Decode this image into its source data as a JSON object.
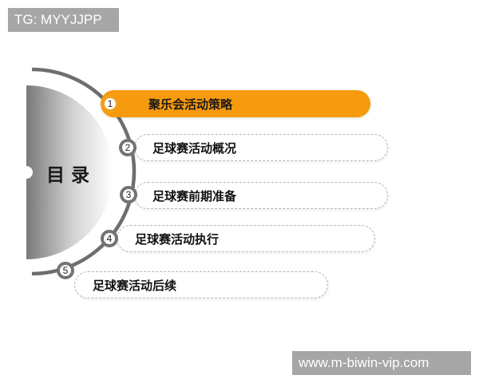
{
  "watermarks": {
    "top": "TG: MYYJJPP",
    "bottom": "www.m-biwin-vip.com"
  },
  "title": "目录",
  "colors": {
    "accent": "#f79a0d",
    "arc": "#6e6e6e",
    "dashed_border": "#b3b3b3",
    "watermark_bg": "#a6a6a6"
  },
  "items": [
    {
      "number": "1",
      "label": "聚乐会活动策略",
      "active": true
    },
    {
      "number": "2",
      "label": "足球赛活动概况",
      "active": false
    },
    {
      "number": "3",
      "label": "足球赛前期准备",
      "active": false
    },
    {
      "number": "4",
      "label": "足球赛活动执行",
      "active": false
    },
    {
      "number": "5",
      "label": "足球赛活动后续",
      "active": false
    }
  ]
}
